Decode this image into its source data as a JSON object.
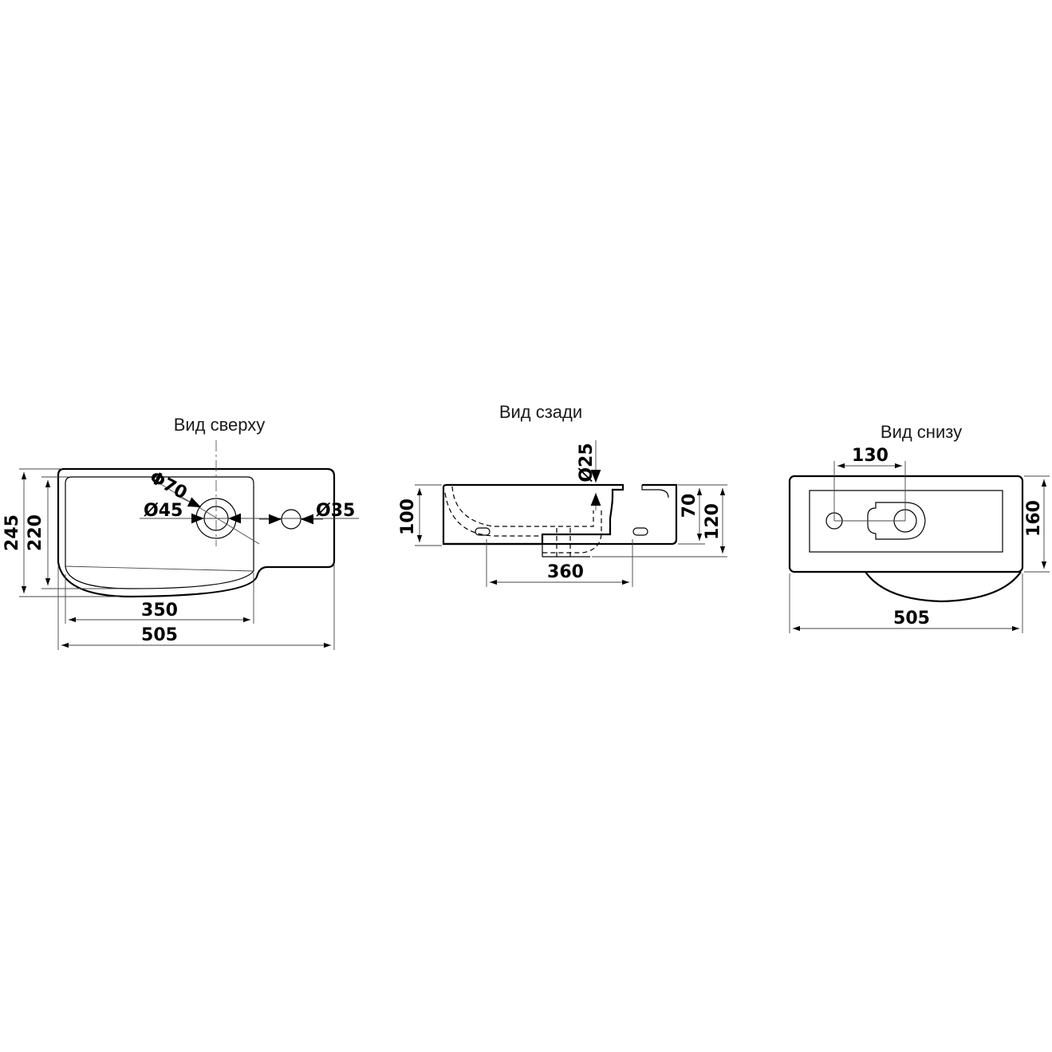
{
  "views": {
    "top": {
      "title": "Вид сверху",
      "dims": {
        "phi70": "Φ70",
        "d45": "Ø45",
        "d35": "Ø35",
        "h245": "245",
        "h220": "220",
        "w350": "350",
        "w505": "505"
      }
    },
    "back": {
      "title": "Вид сзади",
      "dims": {
        "d25": "Ø25",
        "h100": "100",
        "h70": "70",
        "h120": "120",
        "w360": "360"
      }
    },
    "bottom": {
      "title": "Вид снизу",
      "dims": {
        "w130": "130",
        "h160": "160",
        "w505": "505"
      }
    }
  }
}
